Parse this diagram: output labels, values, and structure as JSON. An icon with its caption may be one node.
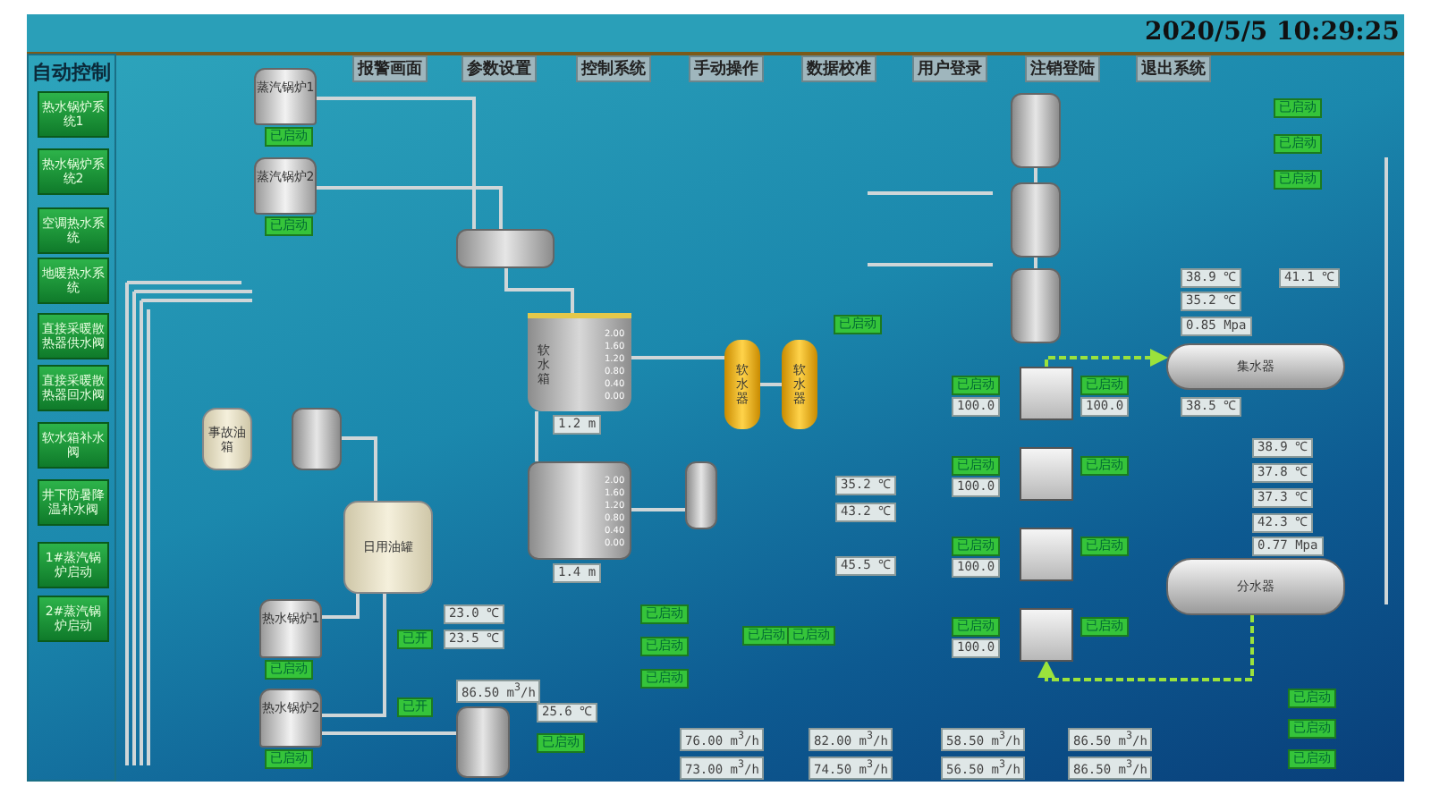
{
  "diagram": {
    "nodes": [
      {
        "text": [
          "自动控制"
        ]
      },
      {
        "text": [
          "热水锅炉系统1"
        ],
        "in": 0
      },
      {
        "text": [
          "热水锅炉系统2"
        ],
        "in": 0
      },
      {
        "text": [
          "空调热水系统"
        ],
        "in": 0
      },
      {
        "text": [
          "地暖热水系统"
        ],
        "in": 0
      },
      {
        "text": [
          "直接采暖散热器供水阀"
        ],
        "in": 0
      },
      {
        "text": [
          "直接采暖散热器回水阀"
        ],
        "in": 0
      },
      {
        "text": [
          "软水箱补水阀"
        ],
        "in": 0
      },
      {
        "text": [
          "井下防暑降温补水阀"
        ],
        "in": 0
      },
      {
        "text": [
          "1#蒸汽锅炉启动"
        ],
        "in": 0
      },
      {
        "text": [
          "2#蒸汽锅炉启动"
        ],
        "in": 0
      },
      {
        "text": [
          "报警画面"
        ]
      },
      {
        "text": [
          "参数设置"
        ]
      },
      {
        "text": [
          "控制系统"
        ]
      },
      {
        "text": [
          "手动操作"
        ]
      },
      {
        "text": [
          "数据校准"
        ]
      },
      {
        "text": [
          "用户登录"
        ]
      },
      {
        "text": [
          "注销登陆"
        ]
      },
      {
        "text": [
          "退出系统"
        ]
      },
      {
        "text": [
          "蒸汽锅炉1"
        ]
      },
      {
        "text": [
          "蒸汽锅炉2"
        ]
      },
      {
        "text": [],
        "shape": "cylinder"
      },
      {
        "text": [
          "软水箱"
        ],
        "beside": [
          "1.2 m"
        ]
      },
      {
        "text": [],
        "shape": "cylinder",
        "beside": [
          "1.4 m"
        ]
      },
      {
        "text": [
          "软水器"
        ]
      },
      {
        "text": [
          "软水器"
        ]
      },
      {
        "text": [
          "事故油箱"
        ]
      },
      {
        "text": [],
        "shape": "cylinder"
      },
      {
        "text": [
          "日用油罐"
        ]
      },
      {
        "text": [
          "热水锅炉1"
        ]
      },
      {
        "text": [
          "热水锅炉2"
        ]
      },
      {
        "text": [],
        "shape": "cylinder"
      },
      {
        "text": [
          "集水器"
        ]
      },
      {
        "text": [
          "分水器"
        ]
      },
      {
        "text": [],
        "shape": "cylinder"
      },
      {
        "text": [],
        "shape": "cylinder"
      },
      {
        "text": [],
        "shape": "cylinder"
      },
      {
        "text": [],
        "shape": "cylinder"
      },
      {
        "text": [],
        "shape": "box"
      },
      {
        "text": [],
        "shape": "box"
      },
      {
        "text": [],
        "shape": "box"
      },
      {
        "text": [],
        "shape": "box"
      }
    ],
    "edges": [
      {
        "from": 19,
        "to": 21,
        "arrow": "none"
      },
      {
        "from": 20,
        "to": 21,
        "arrow": "none"
      },
      {
        "from": 21,
        "to": 22,
        "arrow": "none"
      },
      {
        "from": 22,
        "to": 24,
        "arrow": "none"
      },
      {
        "from": 24,
        "to": 25,
        "arrow": "none"
      },
      {
        "from": 22,
        "to": 23,
        "arrow": "none"
      },
      {
        "from": 23,
        "to": 37,
        "arrow": "none"
      },
      {
        "from": 27,
        "to": 28,
        "arrow": "none"
      },
      {
        "from": 28,
        "to": 29,
        "arrow": "none"
      },
      {
        "from": 28,
        "to": 30,
        "arrow": "none"
      },
      {
        "from": 30,
        "to": 31,
        "arrow": "none"
      },
      {
        "from": 38,
        "to": 32,
        "arrow": "to",
        "style": "dashed",
        "color": "#9be23c"
      },
      {
        "from": 33,
        "to": 41,
        "arrow": "to",
        "style": "dashed",
        "color": "#9be23c"
      },
      {
        "from": 34,
        "to": 35,
        "arrow": "none"
      },
      {
        "from": 35,
        "to": 36,
        "arrow": "none"
      }
    ],
    "labels": [
      "2020/5/5 10:29:25",
      "已启动",
      "已启动",
      "已启动",
      "已启动",
      "已启动",
      "已启动",
      "已启动",
      "已启动",
      "已启动",
      "已启动",
      "已启动",
      "已启动",
      "已启动",
      "已启动",
      "已启动",
      "已启动",
      "已启动",
      "已启动",
      "已启动",
      "已开",
      "已开",
      "已启动",
      "已启动",
      "已启动",
      "已启动",
      "已启动",
      "已启动",
      "38.9 ℃",
      "41.1 ℃",
      "35.2 ℃",
      "0.85 Mpa",
      "38.5 ℃",
      "38.9 ℃",
      "37.8 ℃",
      "37.3 ℃",
      "42.3 ℃",
      "0.77 Mpa",
      "35.2 ℃",
      "43.2 ℃",
      "45.5 ℃",
      "100.0",
      "100.0",
      "100.0",
      "100.0",
      "100.0",
      "23.0 ℃",
      "23.5 ℃",
      "86.50 m$^{3}$/h",
      "25.6 ℃",
      "76.00 m$^{3}$/h",
      "82.00 m$^{3}$/h",
      "58.50 m$^{3}$/h",
      "86.50 m$^{3}$/h",
      "73.00 m$^{3}$/h",
      "74.50 m$^{3}$/h",
      "56.50 m$^{3}$/h",
      "86.50 m$^{3}$/h",
      "2.00",
      "1.60",
      "1.20",
      "0.80",
      "0.40",
      "0.00",
      "2.00",
      "1.60",
      "1.20",
      "0.80",
      "0.40",
      "0.00"
    ]
  }
}
